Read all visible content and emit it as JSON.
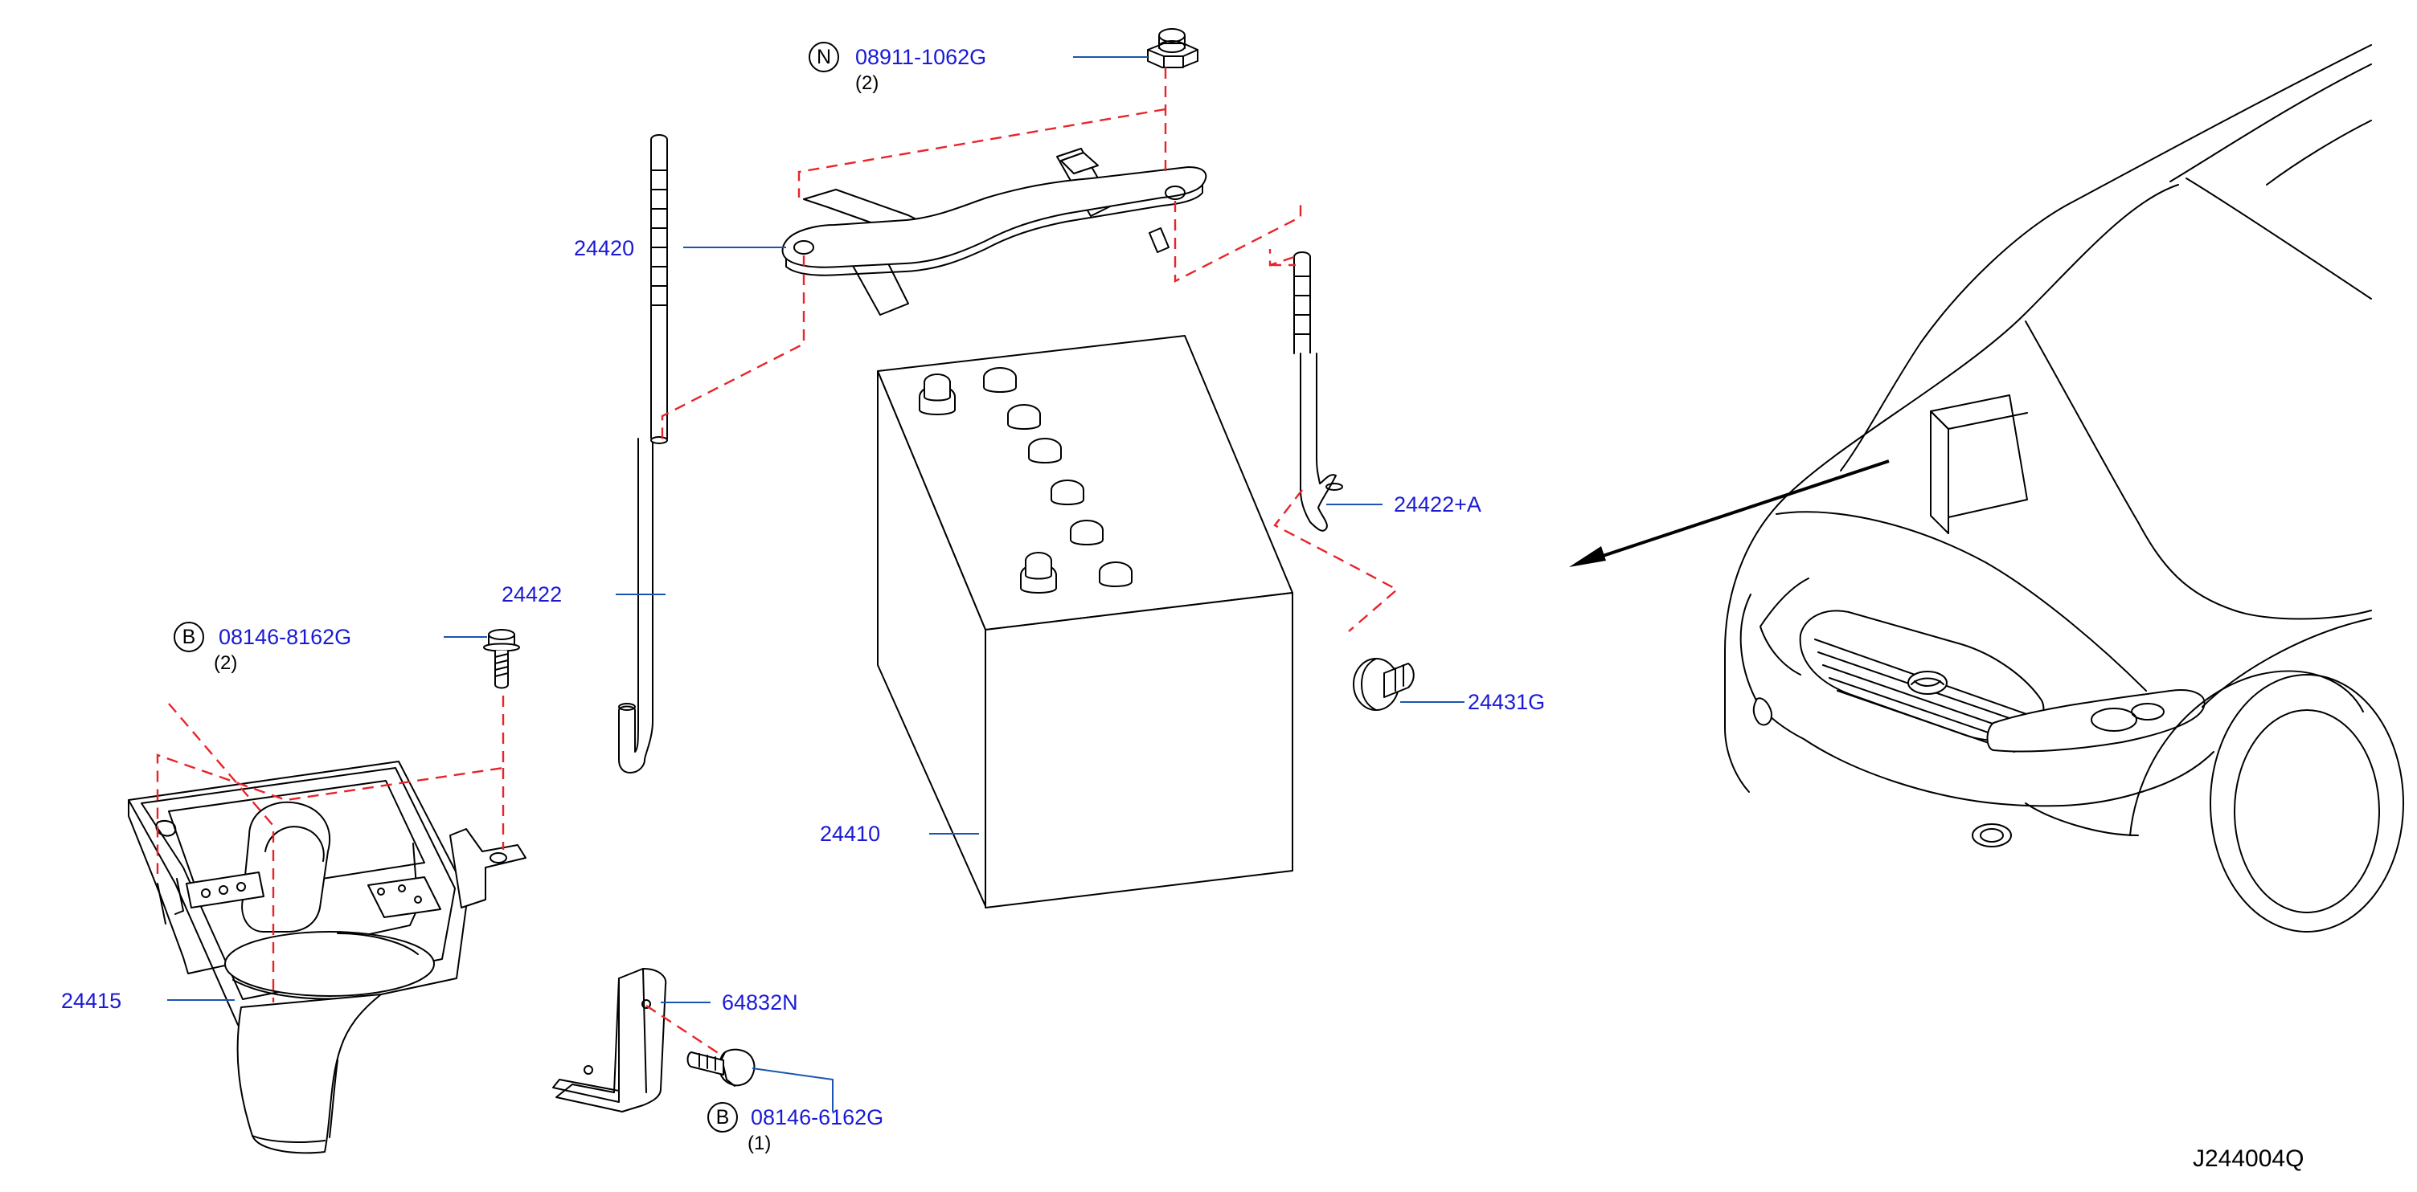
{
  "diagram": {
    "reference_code": "J244004Q",
    "parts": [
      {
        "id": "nut",
        "number": "08911-1062G",
        "prefix": "N",
        "qty": "(2)"
      },
      {
        "id": "hold_frame",
        "number": "24420"
      },
      {
        "id": "rod_left",
        "number": "24422"
      },
      {
        "id": "rod_right",
        "number": "24422+A"
      },
      {
        "id": "clip",
        "number": "24431G"
      },
      {
        "id": "battery",
        "number": "24410"
      },
      {
        "id": "tray_bolt",
        "number": "08146-8162G",
        "prefix": "B",
        "qty": "(2)"
      },
      {
        "id": "tray",
        "number": "24415"
      },
      {
        "id": "bracket",
        "number": "64832N"
      },
      {
        "id": "bracket_bolt",
        "number": "08146-6162G",
        "prefix": "B",
        "qty": "(1)"
      }
    ]
  },
  "colors": {
    "label": "#1a1ad6",
    "leader": "#1a55b0",
    "phantom_line": "#e8242a",
    "outline": "#000000"
  }
}
